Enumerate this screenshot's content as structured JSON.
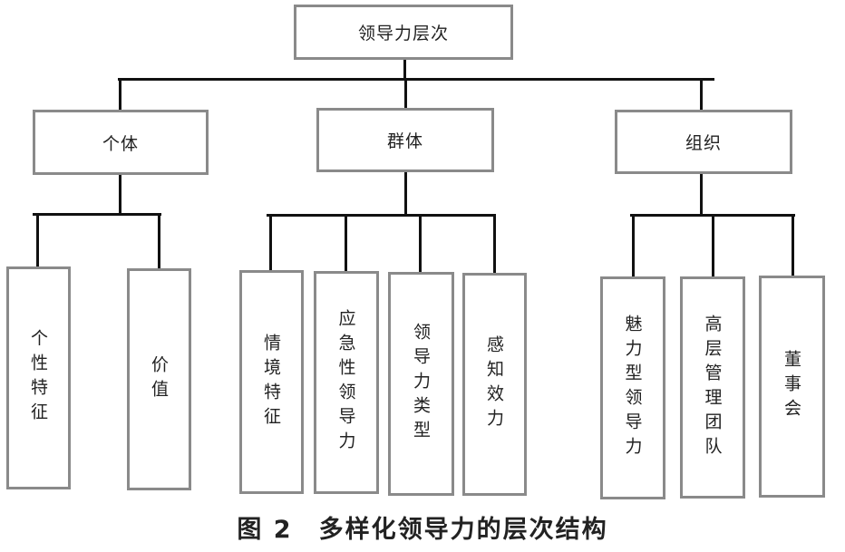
{
  "root": {
    "label": "领导力层次"
  },
  "levels": [
    {
      "label": "个体",
      "children": [
        "个性特征",
        "价值"
      ]
    },
    {
      "label": "群体",
      "children": [
        "情境特征",
        "应急性领导力",
        "领导力类型",
        "感知效力"
      ]
    },
    {
      "label": "组织",
      "children": [
        "魅力型领导力",
        "高层管理团队",
        "董事会"
      ]
    }
  ],
  "caption": "图 2　多样化领导力的层次结构"
}
